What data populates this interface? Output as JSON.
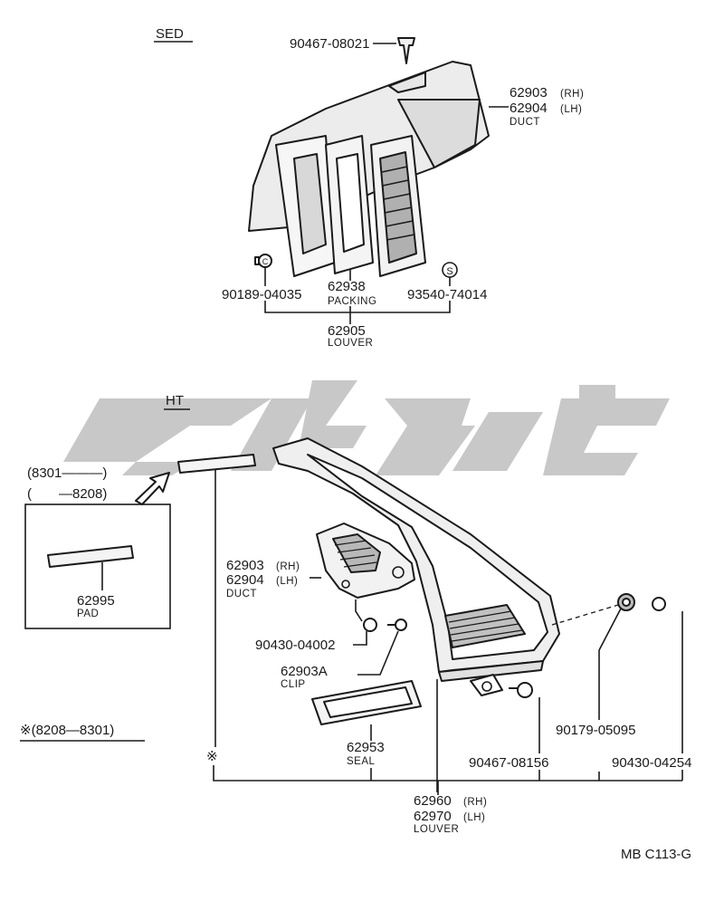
{
  "sections": {
    "sed": "SED",
    "ht": "HT"
  },
  "sed": {
    "clip_top": "90467-08021",
    "duct_rh": "62903",
    "duct_rh_side": "(RH)",
    "duct_lh": "62904",
    "duct_lh_side": "(LH)",
    "duct_name": "DUCT",
    "clip_left": "90189-04035",
    "packing_num": "62938",
    "packing_name": "PACKING",
    "screw": "93540-74014",
    "louver_num": "62905",
    "louver_name": "LOUVER",
    "screw_mark": "S",
    "clip_mark": "C"
  },
  "ht": {
    "range_a": "(8301———)",
    "range_b": "(  —8208)",
    "pad_num": "62995",
    "pad_name": "PAD",
    "duct_rh": "62903",
    "duct_rh_side": "(RH)",
    "duct_lh": "62904",
    "duct_lh_side": "(LH)",
    "duct_name": "DUCT",
    "nut": "90430-04002",
    "clip_num": "62903A",
    "clip_name": "CLIP",
    "range_note": "※(8208—8301)",
    "mark": "※",
    "seal_num": "62953",
    "seal_name": "SEAL",
    "clip2": "90467-08156",
    "grommet": "90179-05095",
    "nut2": "90430-04254",
    "louver_rh": "62960",
    "louver_rh_side": "(RH)",
    "louver_lh": "62970",
    "louver_lh_side": "(LH)",
    "louver_name": "LOUVER"
  },
  "footer": {
    "code": "MB  C113-G"
  },
  "watermark_colors": {
    "gray": "#c8c8c8"
  }
}
